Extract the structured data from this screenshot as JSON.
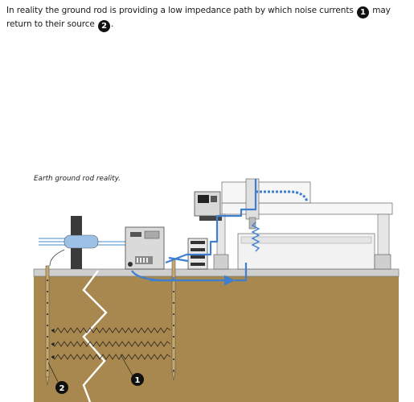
{
  "intro": {
    "part1": "In reality the ground rod is providing a low impedance path by which noise currents",
    "marker1": "1",
    "part2": "may return to their source",
    "marker2": "2",
    "part3": "."
  },
  "figure": {
    "caption": "Earth ground rod reality.",
    "label1": "1",
    "label2": "2"
  },
  "colors": {
    "soil": "#a8884e",
    "current_path": "#3f7fd0",
    "machine": "#f2f2f2",
    "outline": "#555555"
  }
}
